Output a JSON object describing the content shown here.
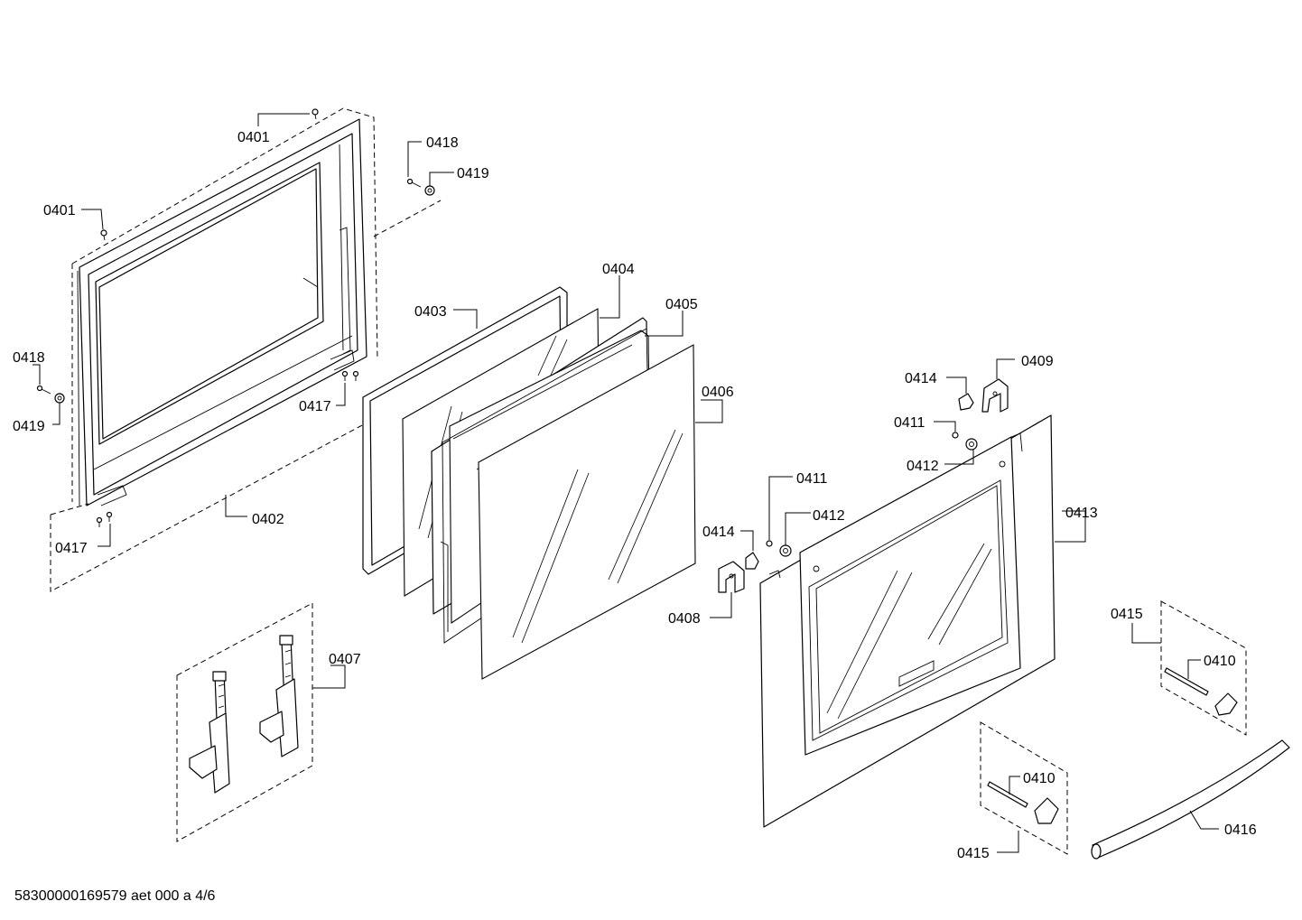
{
  "diagram": {
    "footer_text": "58300000169579 aet 000 a 4/6",
    "labels": {
      "p0401a": "0401",
      "p0401b": "0401",
      "p0418a": "0418",
      "p0419a": "0419",
      "p0418b": "0418",
      "p0419b": "0419",
      "p0417a": "0417",
      "p0417b": "0417",
      "p0402": "0402",
      "p0403": "0403",
      "p0404": "0404",
      "p0405": "0405",
      "p0406": "0406",
      "p0407": "0407",
      "p0414a": "0414",
      "p0409": "0409",
      "p0411a": "0411",
      "p0412a": "0412",
      "p0411b": "0411",
      "p0412b": "0412",
      "p0414b": "0414",
      "p0408": "0408",
      "p0413": "0413",
      "p0415a": "0415",
      "p0410a": "0410",
      "p0410b": "0410",
      "p0415b": "0415",
      "p0416": "0416"
    }
  }
}
